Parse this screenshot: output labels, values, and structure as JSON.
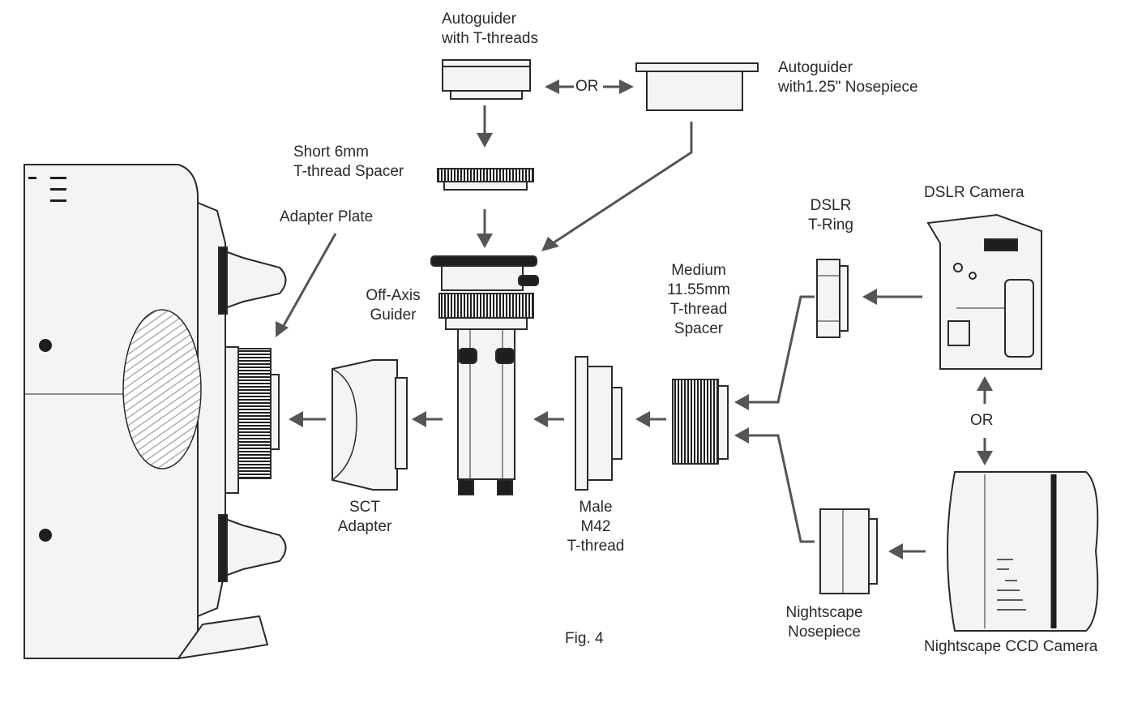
{
  "labels": {
    "autoguider_t_line1": "Autoguider",
    "autoguider_t_line2": "with T-threads",
    "or_top": "OR",
    "autoguider_nose_line1": "Autoguider",
    "autoguider_nose_line2": "with1.25\" Nosepiece",
    "short_spacer_line1": "Short 6mm",
    "short_spacer_line2": "T-thread Spacer",
    "adapter_plate": "Adapter Plate",
    "oag_line1": "Off-Axis",
    "oag_line2": "Guider",
    "medium_line1": "Medium",
    "medium_line2": "11.55mm",
    "medium_line3": "T-thread",
    "medium_line4": "Spacer",
    "dslr_tring_line1": "DSLR",
    "dslr_tring_line2": "T-Ring",
    "dslr_camera": "DSLR Camera",
    "or_right": "OR",
    "sct_line1": "SCT",
    "sct_line2": "Adapter",
    "male_line1": "Male",
    "male_line2": "M42",
    "male_line3": "T-thread",
    "nightscape_nose_line1": "Nightscape",
    "nightscape_nose_line2": "Nosepiece",
    "nightscape_ccd": "Nightscape CCD Camera",
    "figure_caption": "Fig. 4"
  },
  "colors": {
    "line": "#2a2a2a",
    "arrow": "#555555",
    "fill_light": "#f4f4f4",
    "fill_dark": "#1e1e1e",
    "hatch": "#9a9a9a"
  }
}
